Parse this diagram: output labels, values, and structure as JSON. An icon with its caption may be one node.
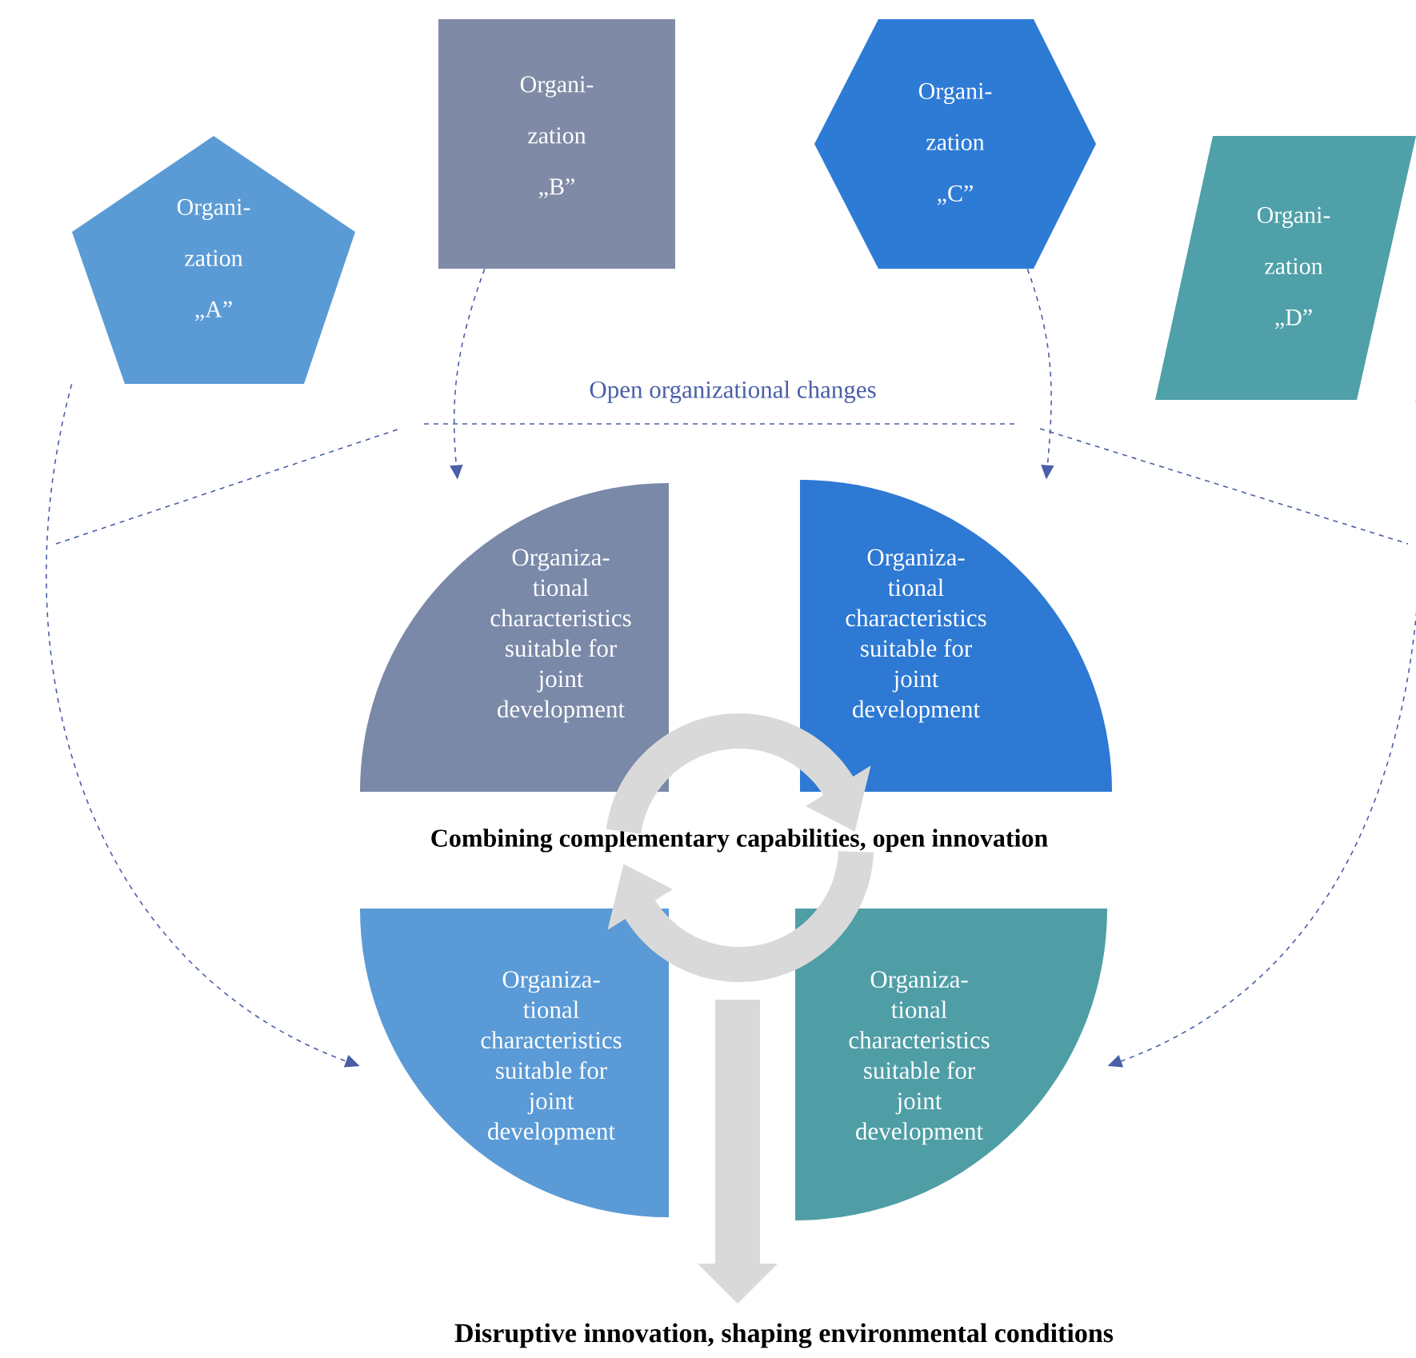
{
  "diagram": {
    "nodes": [
      {
        "text": [
          "Organi- zation „A”"
        ]
      },
      {
        "text": [
          "Organi- zation „B”"
        ]
      },
      {
        "text": [
          "Organi- zation „C”"
        ]
      },
      {
        "text": [
          "Organi- zation „D”"
        ]
      },
      {
        "text": [
          "Organiza- tional characteristics suitable for joint development"
        ]
      },
      {
        "text": [
          "Organiza- tional characteristics suitable for joint development"
        ]
      },
      {
        "text": [
          "Organiza- tional characteristics suitable for joint development"
        ]
      },
      {
        "text": [
          "Organiza- tional characteristics suitable for joint development"
        ]
      },
      {
        "text": [
          "Combining complementary capabilities, open innovation"
        ]
      },
      {
        "text": [
          "Disruptive innovation, shaping environmental conditions"
        ]
      }
    ],
    "edges": [
      {
        "from": 0,
        "to": 6,
        "arrow": "to",
        "style": "dashed"
      },
      {
        "from": 1,
        "to": 4,
        "arrow": "to",
        "style": "dashed"
      },
      {
        "from": 2,
        "to": 5,
        "arrow": "to",
        "style": "dashed"
      },
      {
        "from": 3,
        "to": 7,
        "arrow": "to",
        "style": "dashed"
      },
      {
        "from": 4,
        "to": 5,
        "arrow": "to",
        "style": "thick",
        "color": "#d9d9d9"
      },
      {
        "from": 7,
        "to": 6,
        "arrow": "to",
        "style": "thick",
        "color": "#d9d9d9"
      },
      {
        "from": 8,
        "to": 9,
        "arrow": "to",
        "style": "thick",
        "color": "#d9d9d9"
      }
    ],
    "labels": [
      "Open organizational changes"
    ]
  }
}
